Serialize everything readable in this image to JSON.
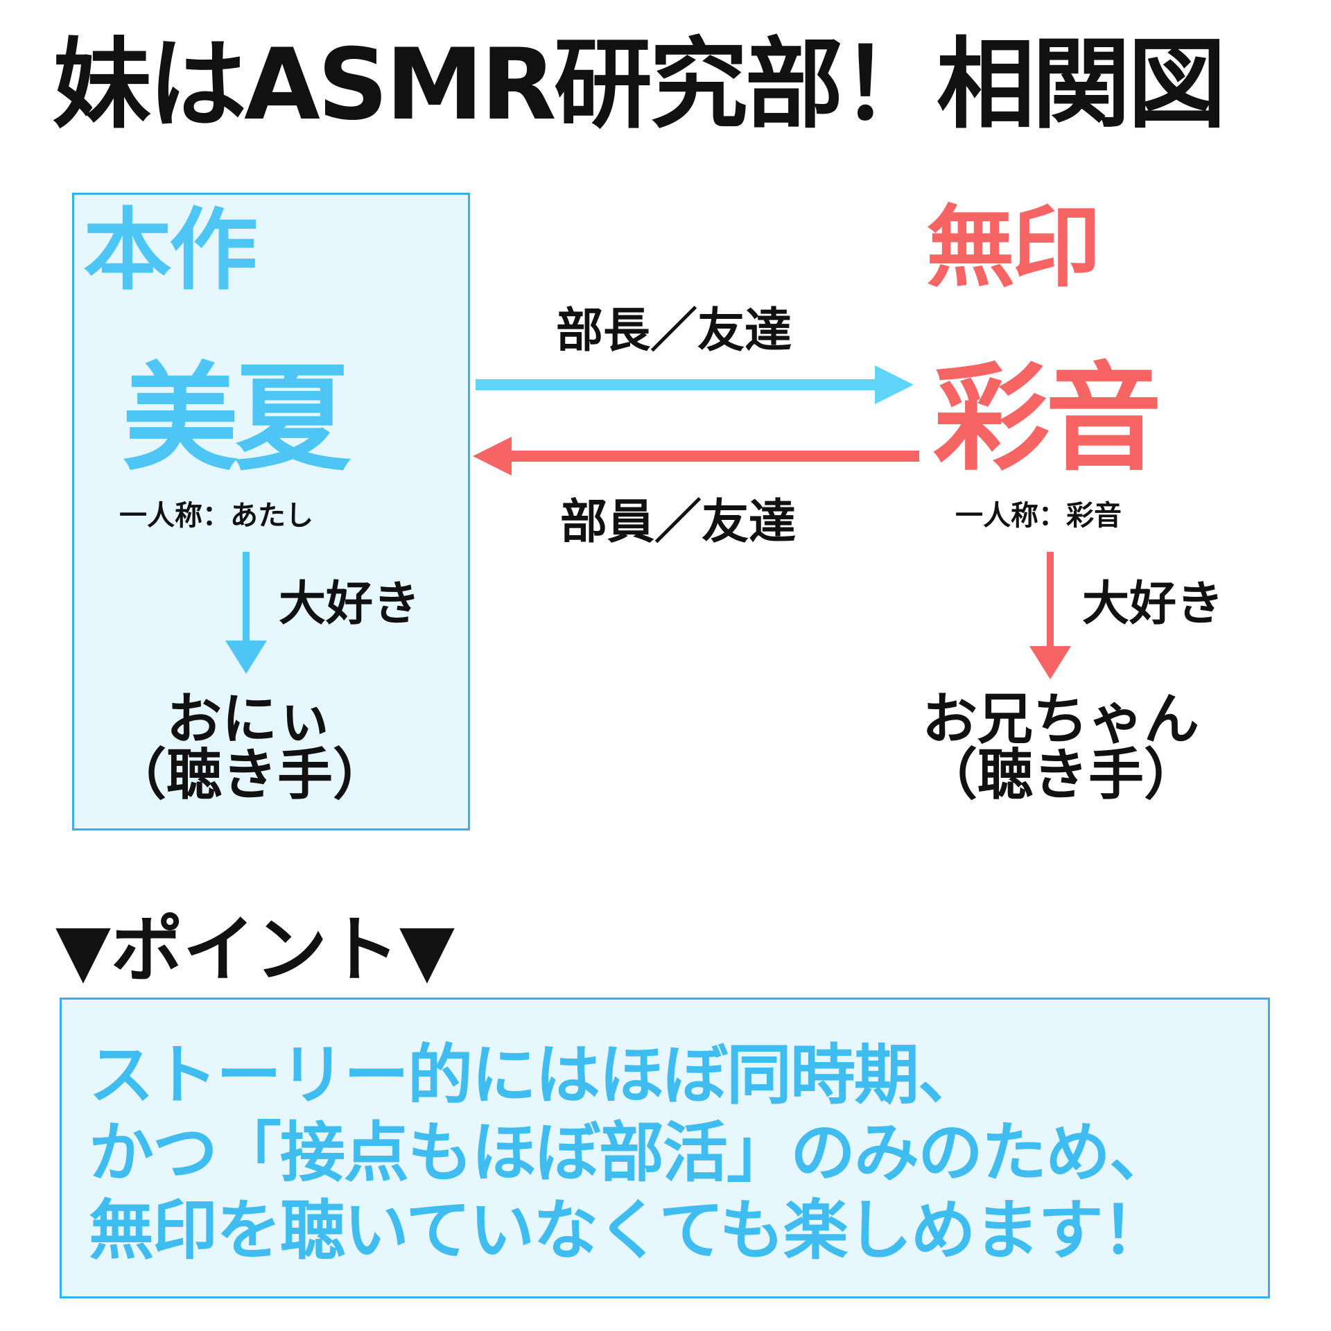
{
  "title": "妹はASMR研究部！相関図",
  "left": {
    "work_label": "本作",
    "character": "美夏",
    "first_person": "一人称：あたし",
    "relation_down": "大好き",
    "target_line1": "おにぃ",
    "target_line2": "（聴き手）"
  },
  "right": {
    "work_label": "無印",
    "character": "彩音",
    "first_person": "一人称：彩音",
    "relation_down": "大好き",
    "target_line1": "お兄ちゃん",
    "target_line2": "（聴き手）"
  },
  "relations": {
    "left_to_right": "部長／友達",
    "right_to_left": "部員／友達"
  },
  "point": {
    "heading": "▼ポイント▼",
    "lines": [
      "ストーリー的にはほぼ同時期、",
      "かつ「接点もほぼ部活」のみのため、",
      "無印を聴いていなくても楽しめます！"
    ]
  },
  "colors": {
    "blue": "#4ec6f5",
    "red": "#f76464",
    "box_background": "#e6f7fd",
    "box_border": "#3aaee8"
  }
}
